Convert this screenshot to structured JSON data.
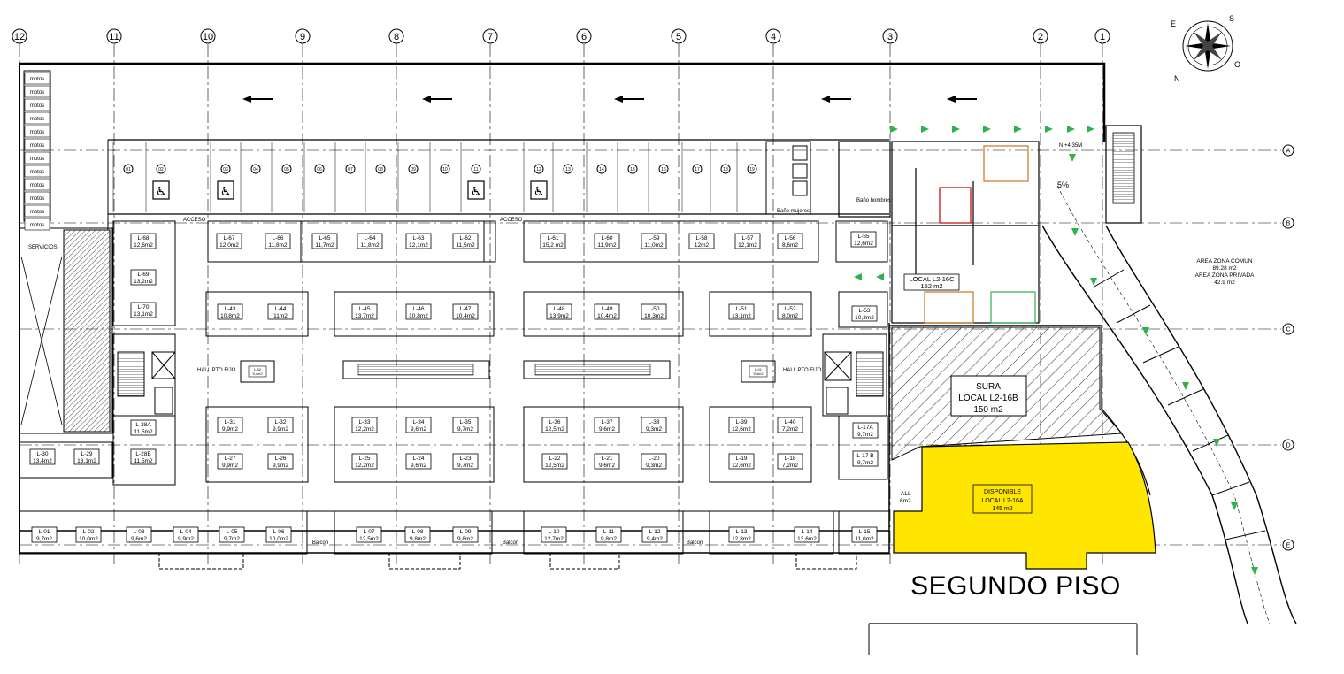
{
  "plan": {
    "title": "SEGUNDO PISO",
    "colors": {
      "line": "#000000",
      "available": "#FFE600",
      "arrow_green": "#2DB34A",
      "hatch": "#000000"
    },
    "grid_columns": [
      "12",
      "11",
      "10",
      "9",
      "8",
      "7",
      "6",
      "5",
      "4",
      "3",
      "2",
      "1"
    ],
    "grid_rows": [
      "A",
      "B",
      "C",
      "D",
      "E"
    ],
    "motos": [
      "motos",
      "motos",
      "motos",
      "motos",
      "motos",
      "motos",
      "motos",
      "motos",
      "motos",
      "motos",
      "motos",
      "motos"
    ],
    "labels": {
      "servicios": "SERVICIOS",
      "acceso1": "ACCESO",
      "acceso2": "ACCESO",
      "hall_left": "HALL PTO FIJO",
      "hall_right": "HALL PTO FIJO",
      "bano_hombres": "Baño hombres",
      "bano_mujeres": "Baño mujeres",
      "n_level": "N +4.35M",
      "slope": "5%",
      "all": "ALL",
      "all_area": "6m2",
      "balcon": "Balcon"
    },
    "area_summary": {
      "line1": "AREA ZONA COMUN",
      "line2": "89.28 m2",
      "line3": "AREA ZONA PRIVADA",
      "line4": "42.9 m2"
    },
    "sura": {
      "line1": "SURA",
      "line2": "LOCAL L2-16B",
      "line3": "150 m2"
    },
    "local16c": {
      "line1": "LOCAL L2-16C",
      "line2": "152 m2"
    },
    "disponible": {
      "line1": "DISPONIBLE",
      "line2": "LOCAL L2-16A",
      "line3": "145 m2"
    },
    "units": [
      {
        "id": "L-68",
        "area": "12,6m2"
      },
      {
        "id": "L-69",
        "area": "13,2m2"
      },
      {
        "id": "L-70",
        "area": "13,1m2"
      },
      {
        "id": "L-67",
        "area": "12,0m2"
      },
      {
        "id": "L-66",
        "area": "11,8m2"
      },
      {
        "id": "L-65",
        "area": "11,7m2"
      },
      {
        "id": "L-64",
        "area": "11,8m2"
      },
      {
        "id": "L-63",
        "area": "12,1m2"
      },
      {
        "id": "L-62",
        "area": "11,5m2"
      },
      {
        "id": "L-61",
        "area": "15,2 m2"
      },
      {
        "id": "L-60",
        "area": "11,9m2"
      },
      {
        "id": "L-59",
        "area": "11,0m2"
      },
      {
        "id": "L-58",
        "area": "12m2"
      },
      {
        "id": "L-57",
        "area": "12,1m2"
      },
      {
        "id": "L-56",
        "area": "8,6m2"
      },
      {
        "id": "L-55",
        "area": "12,6m2"
      },
      {
        "id": "L-43",
        "area": "10,8m2"
      },
      {
        "id": "L-44",
        "area": "11m2"
      },
      {
        "id": "L-45",
        "area": "13,7m2"
      },
      {
        "id": "L-46",
        "area": "10,8m2"
      },
      {
        "id": "L-47",
        "area": "10,4m2"
      },
      {
        "id": "L-48",
        "area": "13,9m2"
      },
      {
        "id": "L-49",
        "area": "10,4m2"
      },
      {
        "id": "L-50",
        "area": "10,3m2"
      },
      {
        "id": "L-51",
        "area": "13,1m2"
      },
      {
        "id": "L-52",
        "area": "8,0m2"
      },
      {
        "id": "L-53",
        "area": "10,3m2"
      },
      {
        "id": "L-31",
        "area": "9,9m2"
      },
      {
        "id": "L-32",
        "area": "9,9m2"
      },
      {
        "id": "L-33",
        "area": "12,2m2"
      },
      {
        "id": "L-34",
        "area": "9,6m2"
      },
      {
        "id": "L-35",
        "area": "9,7m2"
      },
      {
        "id": "L-36",
        "area": "12,5m2"
      },
      {
        "id": "L-37",
        "area": "9,6m2"
      },
      {
        "id": "L-38",
        "area": "9,3m2"
      },
      {
        "id": "L-39",
        "area": "12,6m2"
      },
      {
        "id": "L-40",
        "area": "7,2m2"
      },
      {
        "id": "L-27",
        "area": "9,9m2"
      },
      {
        "id": "L-26",
        "area": "9,9m2"
      },
      {
        "id": "L-25",
        "area": "12,2m2"
      },
      {
        "id": "L-24",
        "area": "9,6m2"
      },
      {
        "id": "L-23",
        "area": "9,7m2"
      },
      {
        "id": "L-22",
        "area": "12,5m2"
      },
      {
        "id": "L-21",
        "area": "9,6m2"
      },
      {
        "id": "L-20",
        "area": "9,3m2"
      },
      {
        "id": "L-19",
        "area": "12,6m2"
      },
      {
        "id": "L-18",
        "area": "7,2m2"
      },
      {
        "id": "L-28A",
        "area": "11,5m2"
      },
      {
        "id": "L-28B",
        "area": "11,5m2"
      },
      {
        "id": "L-30",
        "area": "13,4m2"
      },
      {
        "id": "L-29",
        "area": "13,1m2"
      },
      {
        "id": "L-17A",
        "area": "9,7m2"
      },
      {
        "id": "L-17 B",
        "area": "9,7m2"
      },
      {
        "id": "L-01",
        "area": "9,7m2"
      },
      {
        "id": "L-02",
        "area": "10,0m2"
      },
      {
        "id": "L-03",
        "area": "9,6m2"
      },
      {
        "id": "L-04",
        "area": "9,9m2"
      },
      {
        "id": "L-05",
        "area": "9,7m2"
      },
      {
        "id": "L-06",
        "area": "10,0m2"
      },
      {
        "id": "L-07",
        "area": "12,5m2"
      },
      {
        "id": "L-08",
        "area": "9,8m2"
      },
      {
        "id": "L-09",
        "area": "9,8m2"
      },
      {
        "id": "L-10",
        "area": "12,7m2"
      },
      {
        "id": "L-11",
        "area": "9,8m2"
      },
      {
        "id": "L-12",
        "area": "9,4m2"
      },
      {
        "id": "L-13",
        "area": "12,8m2"
      },
      {
        "id": "L-14",
        "area": "13,6m2"
      },
      {
        "id": "L-15",
        "area": "11,0m2"
      }
    ],
    "kiosks": [
      {
        "id": "L-42",
        "area": "5,4m2"
      },
      {
        "id": "L-41",
        "area": "5,4m2"
      }
    ],
    "parking_numbers": [
      "01",
      "02",
      "03",
      "04",
      "05",
      "06",
      "07",
      "08",
      "09",
      "10",
      "11",
      "12",
      "13",
      "14",
      "15",
      "16",
      "17",
      "18",
      "19"
    ],
    "compass_letters": {
      "s": "S",
      "o": "O",
      "n": "N",
      "e": "E"
    }
  }
}
